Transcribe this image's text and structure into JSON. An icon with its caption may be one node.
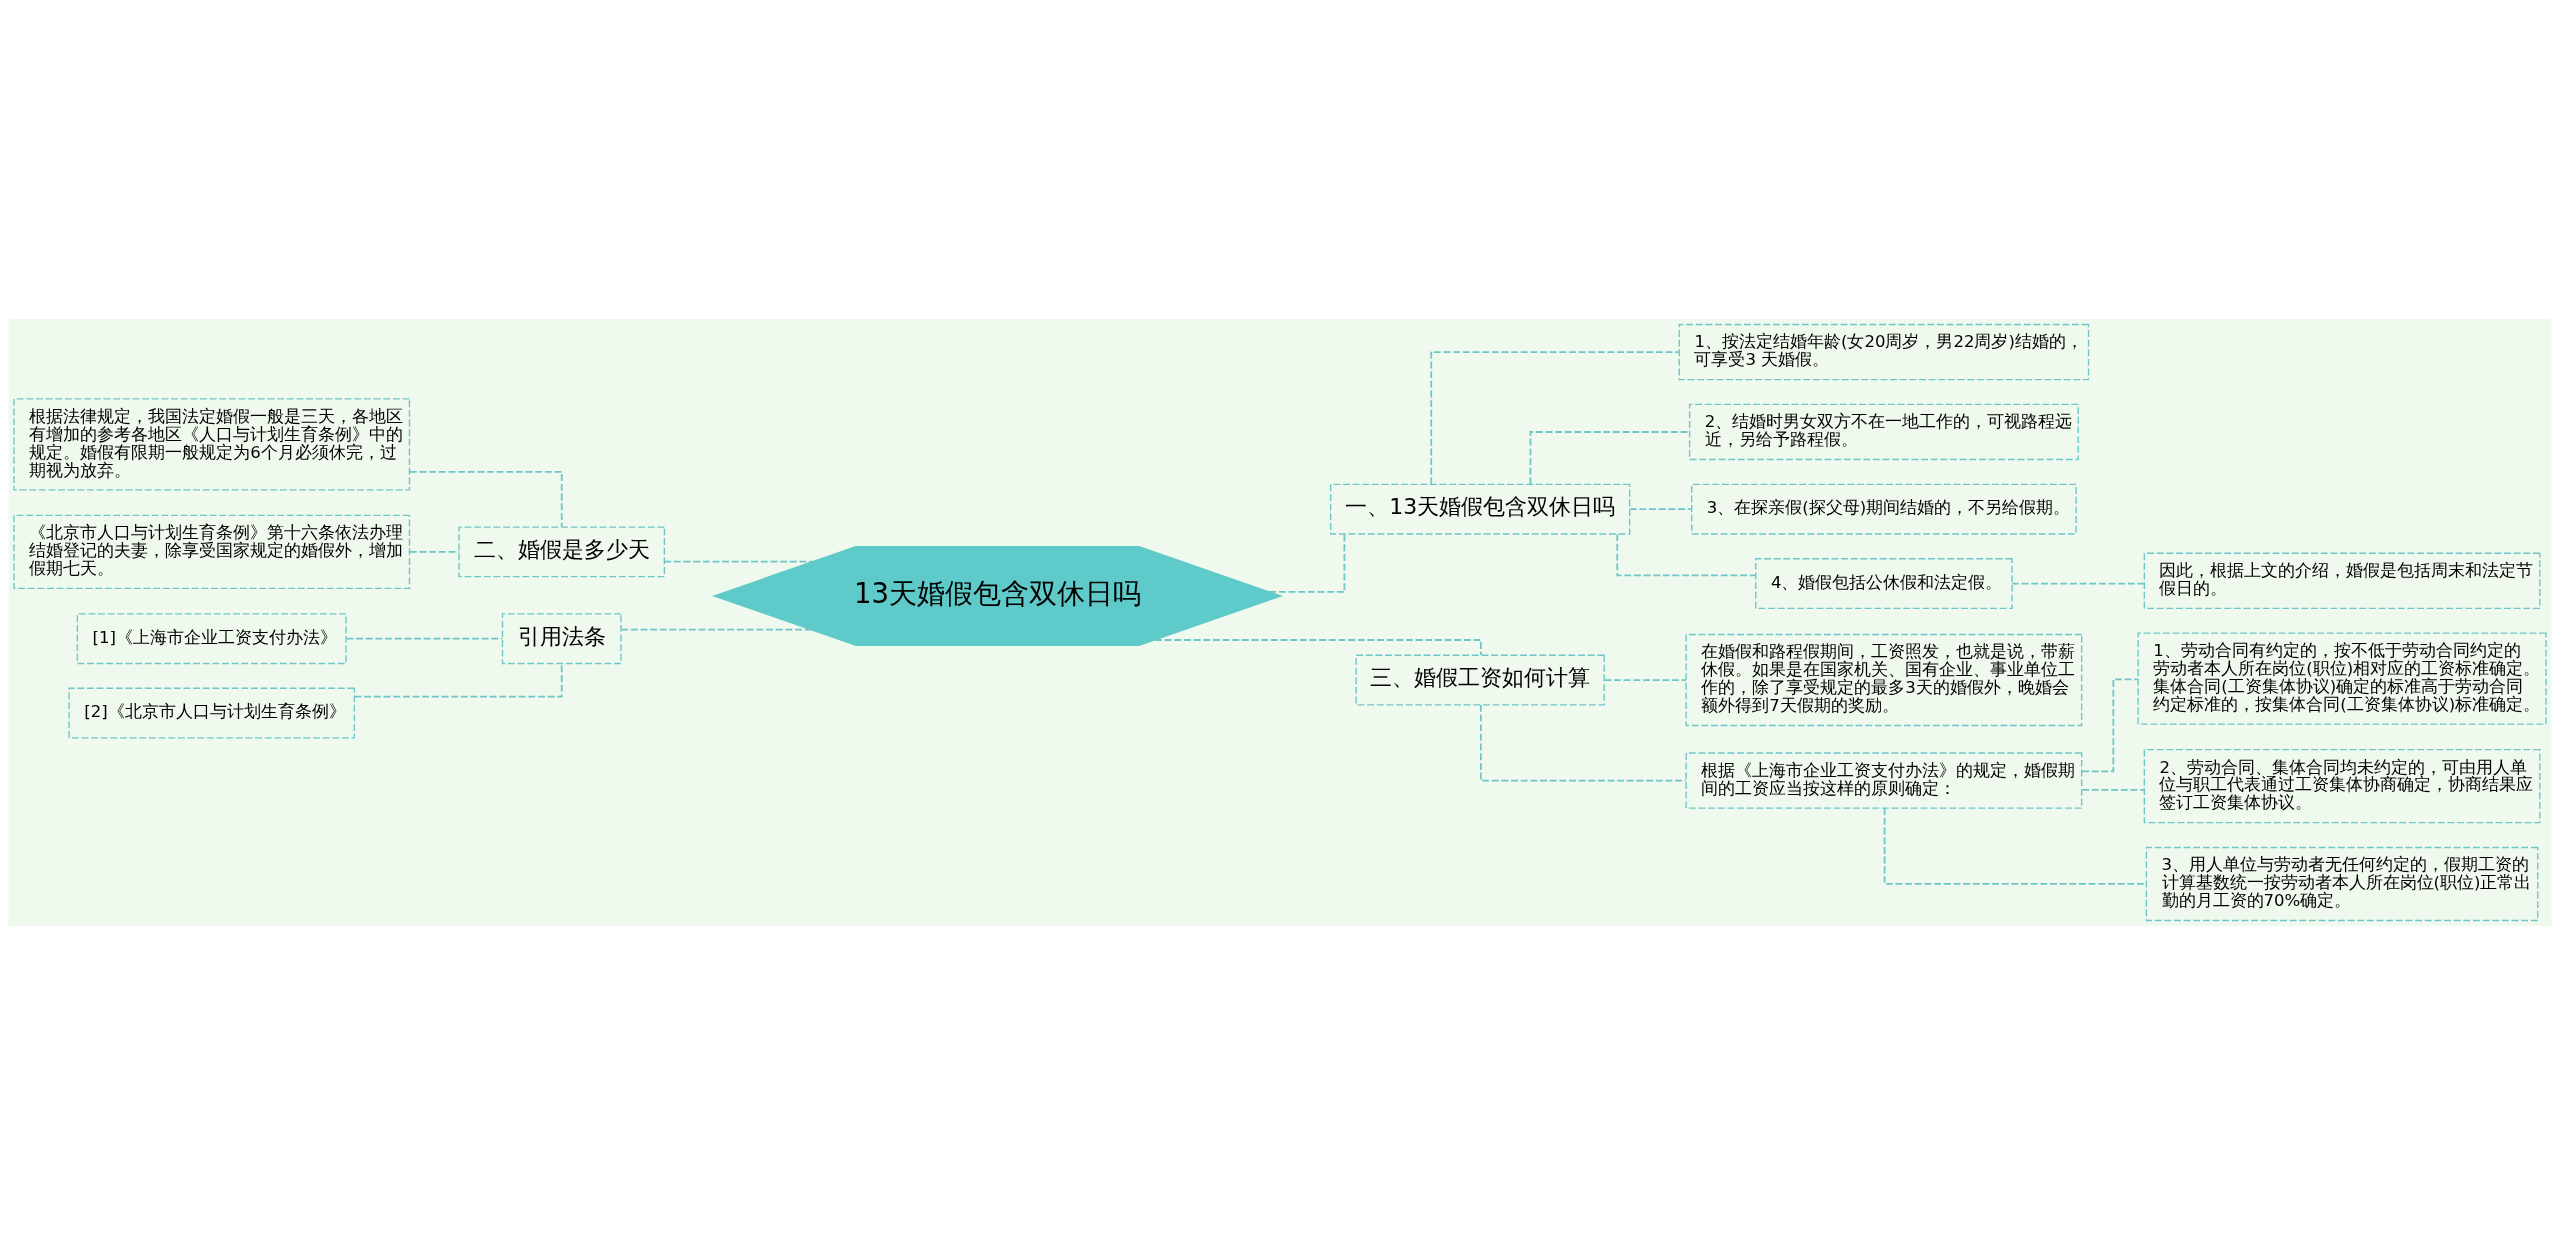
{
  "diagram": {
    "nodes": [
      {
        "text": [
          "13天婚假包含双休日吗"
        ]
      },
      {
        "text": [
          "一、13天婚假包含双休日吗"
        ]
      },
      {
        "text": [
          "1、按法定结婚年龄(女20周岁，男22周岁)结婚的，可享受3 天婚假。"
        ]
      },
      {
        "text": [
          "2、结婚时男女双方不在一地工作的，可视路程远近，另给予路程假。"
        ]
      },
      {
        "text": [
          "3、在探亲假(探父母)期间结婚的，不另给假期。"
        ]
      },
      {
        "text": [
          "4、婚假包括公休假和法定假。"
        ]
      },
      {
        "text": [
          "因此，根据上文的介绍，婚假是包括周末和法定节假日的。"
        ]
      },
      {
        "text": [
          "三、婚假工资如何计算"
        ]
      },
      {
        "text": [
          "在婚假和路程假期间，工资照发，也就是说，带薪休假。如果是在国家机关、国有企业、事业单位工作的，除了享受规定的最多3天的婚假外，晚婚会额外得到7天假期的奖励。"
        ]
      },
      {
        "text": [
          "根据《上海市企业工资支付办法》的规定，婚假期间的工资应当按这样的原则确定："
        ]
      },
      {
        "text": [
          "1、劳动合同有约定的，按不低于劳动合同约定的劳动者本人所在岗位(职位)相对应的工资标准确定。集体合同(工资集体协议)确定的标准高于劳动合同约定标准的，按集体合同(工资集体协议)标准确定。"
        ]
      },
      {
        "text": [
          "2、劳动合同、集体合同均未约定的，可由用人单位与职工代表通过工资集体协商确定，协商结果应签订工资集体协议。"
        ]
      },
      {
        "text": [
          "3、用人单位与劳动者无任何约定的，假期工资的计算基数统一按劳动者本人所在岗位(职位)正常出勤的月工资的70%确定。"
        ]
      },
      {
        "text": [
          "二、婚假是多少天"
        ]
      },
      {
        "text": [
          "根据法律规定，我国法定婚假一般是三天，各地区有增加的参考各地区《人口与计划生育条例》中的规定。婚假有限期一般规定为6个月必须休完，过期视为放弃。"
        ]
      },
      {
        "text": [
          "《北京市人口与计划生育条例》第十六条依法办理结婚登记的夫妻，除享受国家规定的婚假外，增加假期七天。"
        ]
      },
      {
        "text": [
          "引用法条"
        ]
      },
      {
        "text": [
          "[1]《上海市企业工资支付办法》"
        ]
      },
      {
        "text": [
          "[2]《北京市人口与计划生育条例》"
        ]
      }
    ],
    "edges": [
      {
        "from": 0,
        "to": 1,
        "arrow": "none"
      },
      {
        "from": 1,
        "to": 2,
        "arrow": "none"
      },
      {
        "from": 1,
        "to": 3,
        "arrow": "none"
      },
      {
        "from": 1,
        "to": 4,
        "arrow": "none"
      },
      {
        "from": 1,
        "to": 5,
        "arrow": "none"
      },
      {
        "from": 5,
        "to": 6,
        "arrow": "none"
      },
      {
        "from": 0,
        "to": 7,
        "arrow": "none"
      },
      {
        "from": 7,
        "to": 8,
        "arrow": "none"
      },
      {
        "from": 7,
        "to": 9,
        "arrow": "none"
      },
      {
        "from": 9,
        "to": 10,
        "arrow": "none"
      },
      {
        "from": 9,
        "to": 11,
        "arrow": "none"
      },
      {
        "from": 9,
        "to": 12,
        "arrow": "none"
      },
      {
        "from": 0,
        "to": 13,
        "arrow": "none"
      },
      {
        "from": 13,
        "to": 14,
        "arrow": "none"
      },
      {
        "from": 13,
        "to": 15,
        "arrow": "none"
      },
      {
        "from": 0,
        "to": 16,
        "arrow": "none"
      },
      {
        "from": 16,
        "to": 17,
        "arrow": "none"
      },
      {
        "from": 16,
        "to": 18,
        "arrow": "none"
      }
    ]
  }
}
